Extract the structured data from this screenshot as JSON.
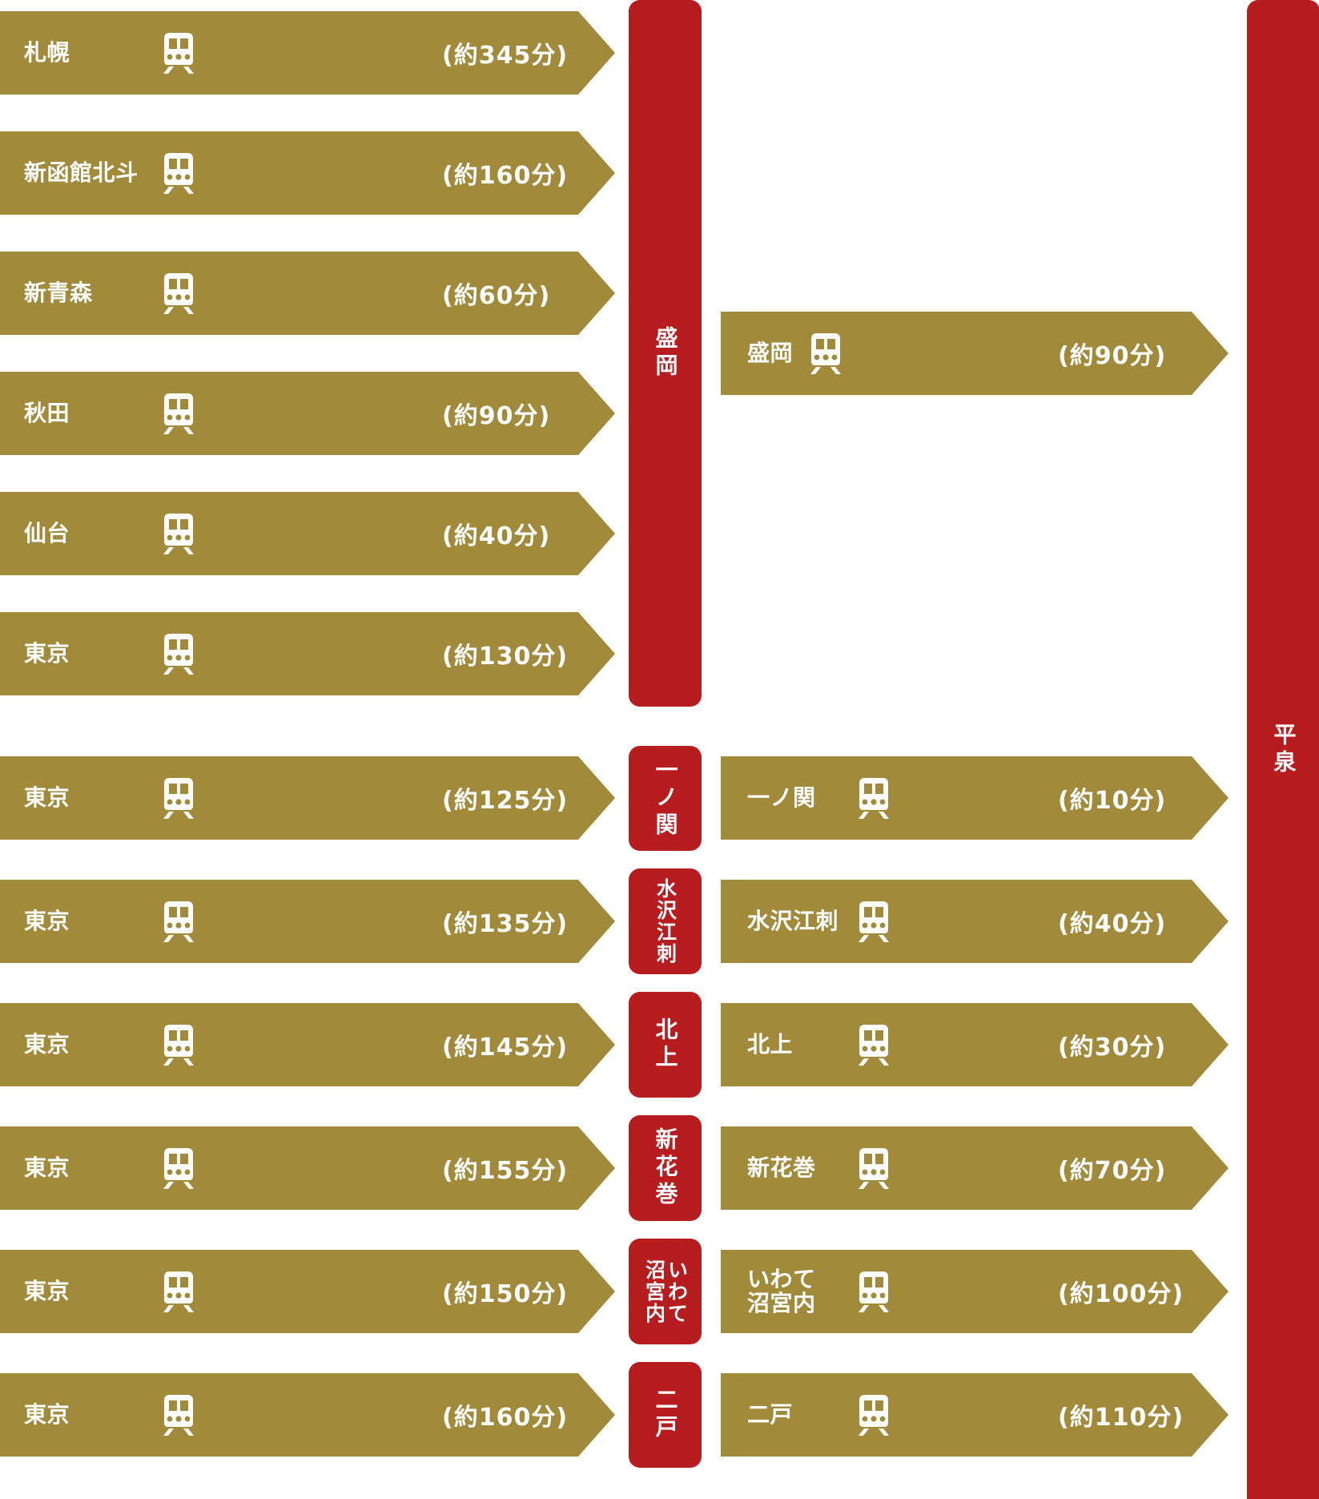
{
  "colors": {
    "arrow": "#a28a3b",
    "station": "#b71c1e",
    "text": "#ffffff"
  },
  "icon": "train-icon",
  "left_routes": [
    {
      "from": "札幌",
      "time": "(約345分)"
    },
    {
      "from": "新函館北斗",
      "time": "(約160分)"
    },
    {
      "from": "新青森",
      "time": "(約60分)"
    },
    {
      "from": "秋田",
      "time": "(約90分)"
    },
    {
      "from": "仙台",
      "time": "(約40分)"
    },
    {
      "from": "東京",
      "time": "(約130分)"
    },
    {
      "from": "東京",
      "time": "(約125分)"
    },
    {
      "from": "東京",
      "time": "(約135分)"
    },
    {
      "from": "東京",
      "time": "(約145分)"
    },
    {
      "from": "東京",
      "time": "(約155分)"
    },
    {
      "from": "東京",
      "time": "(約150分)"
    },
    {
      "from": "東京",
      "time": "(約160分)"
    }
  ],
  "stations": [
    {
      "name": "盛岡"
    },
    {
      "name": "一ノ関"
    },
    {
      "name": "水沢江刺"
    },
    {
      "name": "北上"
    },
    {
      "name": "新花巻"
    },
    {
      "name": "いわて\n沼宮内"
    },
    {
      "name": "二戸"
    }
  ],
  "right_routes": [
    {
      "from": "盛岡",
      "time": "(約90分)"
    },
    {
      "from": "一ノ関",
      "time": "(約10分)"
    },
    {
      "from": "水沢江刺",
      "time": "(約40分)"
    },
    {
      "from": "北上",
      "time": "(約30分)"
    },
    {
      "from": "新花巻",
      "time": "(約70分)"
    },
    {
      "from": "いわて\n沼宮内",
      "time": "(約100分)"
    },
    {
      "from": "二戸",
      "time": "(約110分)"
    }
  ],
  "destination": {
    "name": "平泉"
  }
}
